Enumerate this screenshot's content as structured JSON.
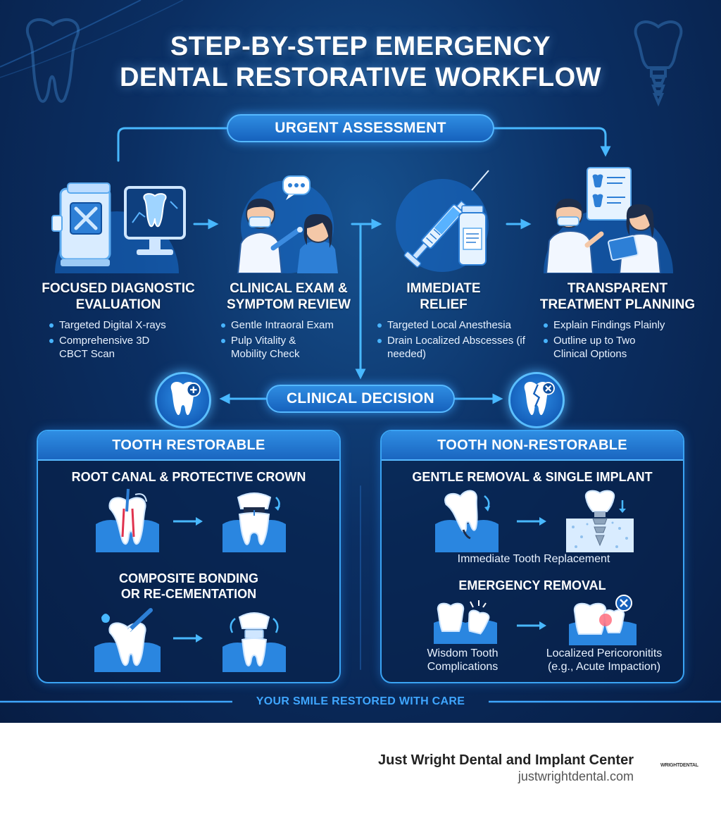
{
  "title": {
    "line1": "STEP-BY-STEP EMERGENCY",
    "line2": "DENTAL RESTORATIVE WORKFLOW"
  },
  "urgent_label": "URGENT ASSESSMENT",
  "steps": [
    {
      "title1": "FOCUSED DIAGNOSTIC",
      "title2": "EVALUATION",
      "bullets": [
        "Targeted Digital X-rays",
        "Comprehensive 3D CBCT Scan"
      ],
      "icon": "xray-scanner-icon"
    },
    {
      "title1": "CLINICAL EXAM &",
      "title2": "SYMPTOM REVIEW",
      "bullets": [
        "Gentle Intraoral Exam",
        "Pulp Vitality & Mobility Check"
      ],
      "icon": "dentist-patient-icon"
    },
    {
      "title1": "IMMEDIATE",
      "title2": "RELIEF",
      "bullets": [
        "Targeted Local Anesthesia",
        "Drain Localized Abscesses (if needed)"
      ],
      "icon": "syringe-vial-icon"
    },
    {
      "title1": "TRANSPARENT",
      "title2": "TREATMENT PLANNING",
      "bullets": [
        "Explain Findings Plainly",
        "Outline up to Two Clinical Options"
      ],
      "icon": "treatment-plan-icon"
    }
  ],
  "decision_label": "CLINICAL DECISION",
  "restorable": {
    "header": "TOOTH RESTORABLE",
    "option1": "ROOT CANAL & PROTECTIVE CROWN",
    "option2_line1": "COMPOSITE BONDING",
    "option2_line2": "OR RE-CEMENTATION"
  },
  "non_restorable": {
    "header": "TOOTH NON-RESTORABLE",
    "option1": "GENTLE REMOVAL & SINGLE IMPLANT",
    "option1_caption": "Immediate Tooth Replacement",
    "option2": "EMERGENCY REMOVAL",
    "caption_left_1": "Wisdom Tooth",
    "caption_left_2": "Complications",
    "caption_right_1": "Localized Pericoronitits",
    "caption_right_2": "(e.g., Acute Impaction)"
  },
  "footer": "YOUR SMILE RESTORED WITH CARE",
  "brand": {
    "name": "Just Wright Dental and Implant Center",
    "url": "justwrightdental.com",
    "logo_text": "WRIGHTDENTAL"
  },
  "colors": {
    "background": "#0b2f63",
    "accent": "#2f8de2",
    "glow": "#55b8ff",
    "footer_text": "#3fa6ff"
  }
}
